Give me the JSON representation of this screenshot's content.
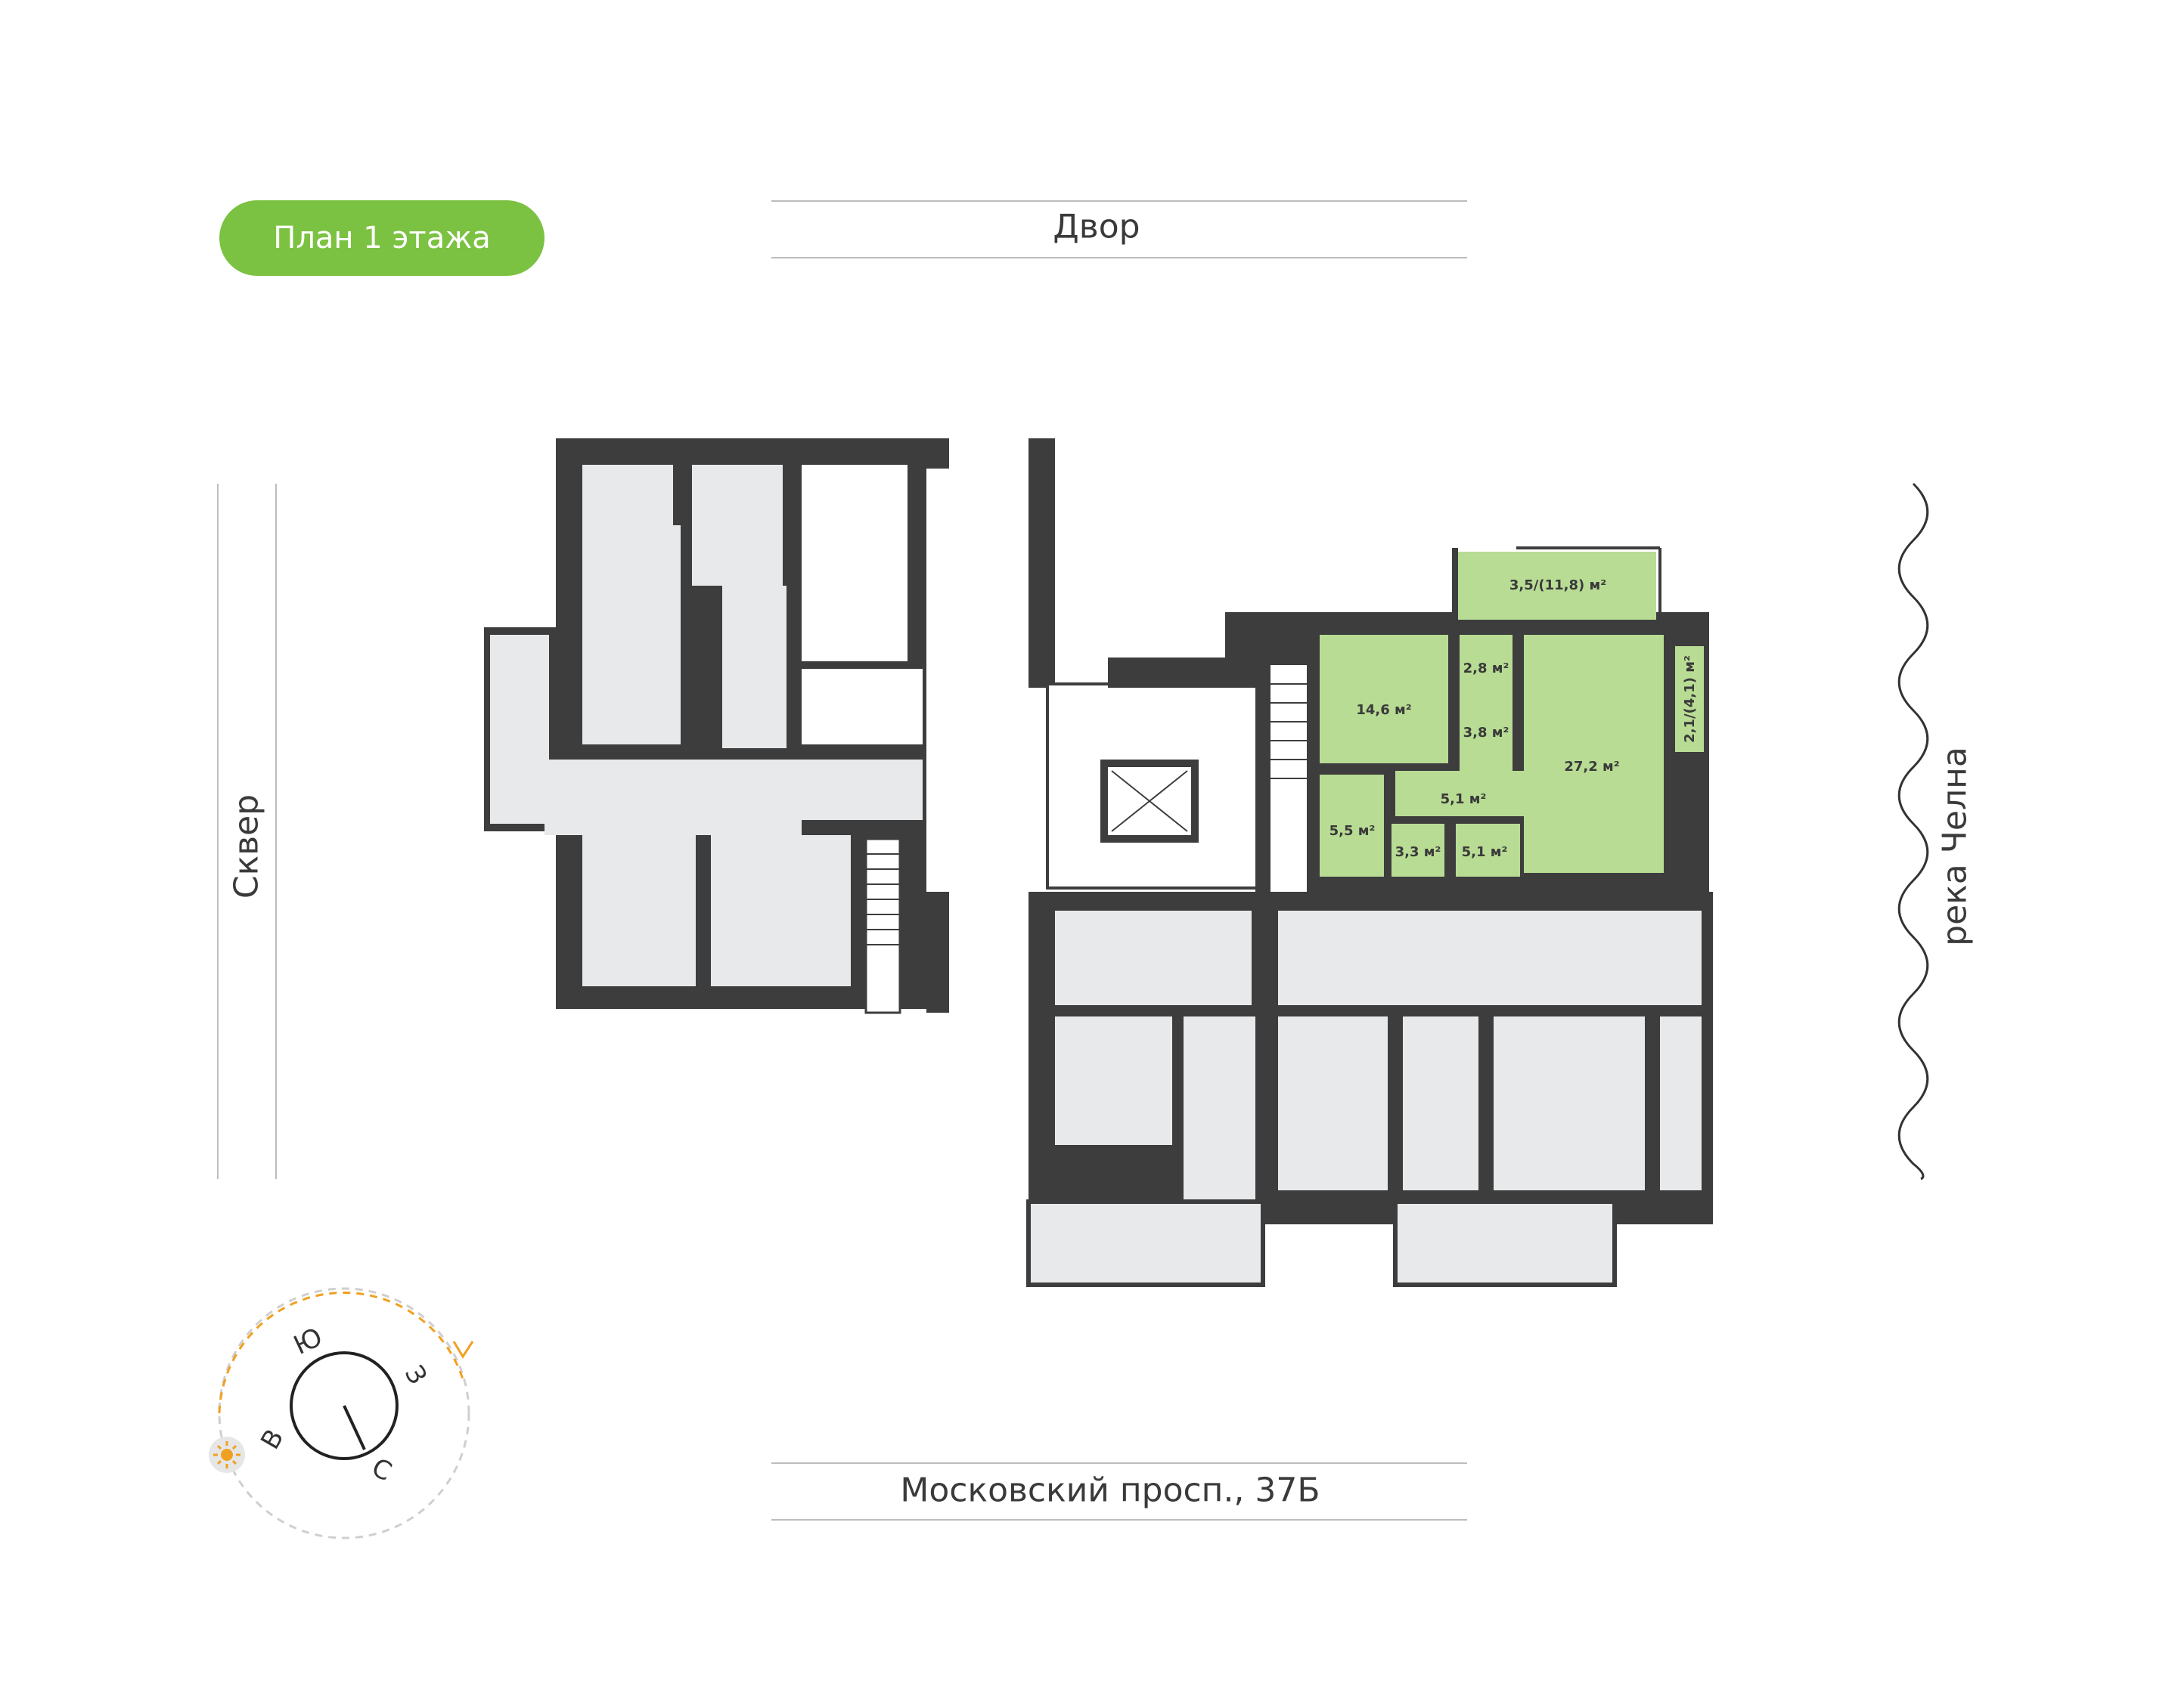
{
  "title": "План 1 этажа",
  "streets": {
    "top": "Двор",
    "bottom": "Московский просп., 37Б",
    "left": "Сквер",
    "right": "река Челна"
  },
  "colors": {
    "accent": "#7cc242",
    "highlight_apartment": "#b8dc94",
    "room": "#e8e9ea",
    "wall": "#3d3d3d",
    "compass_arrow": "#f0a020"
  },
  "apartment_areas": [
    "3,5/(11,8) м²",
    "2,8 м²",
    "14,6 м²",
    "3,8 м²",
    "27,2 м²",
    "2,1/(4,1) м²",
    "5,1 м²",
    "5,5 м²",
    "3,3 м²",
    "5,1 м²"
  ],
  "compass": {
    "letters": [
      "Ю",
      "З",
      "В",
      "С"
    ],
    "sun_icon": "sun-icon"
  }
}
